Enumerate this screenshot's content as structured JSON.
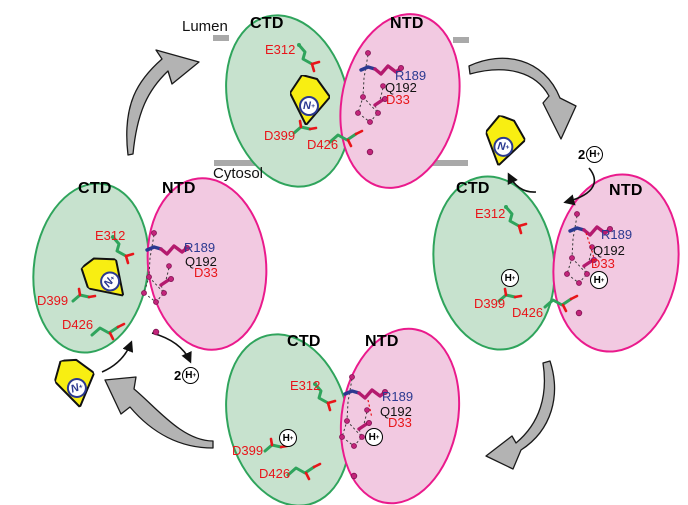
{
  "compartments": {
    "lumen": "Lumen",
    "cytosol": "Cytosol"
  },
  "domains": {
    "ctd": "CTD",
    "ntd": "NTD"
  },
  "residues": {
    "e312": "E312",
    "d399": "D399",
    "d426": "D426",
    "r189": "R189",
    "q192": "Q192",
    "d33": "D33"
  },
  "ions": {
    "sodium_symbol": "N",
    "sodium_charge": "+",
    "proton_symbol": "H",
    "proton_charge": "+",
    "two_protons_count": "2"
  },
  "colors": {
    "ctd_fill": "#c7e2ce",
    "ctd_stroke": "#2fa45c",
    "ntd_fill": "#f2c9e1",
    "ntd_stroke": "#ea1a8c",
    "sodium_pentagon_fill": "#f8ee12",
    "ion_text_blue": "#2b3990",
    "residue_red": "#e8151a",
    "residue_blue": "#2b3990",
    "cycle_arrow_fill": "#b3b3b3",
    "membrane_bar": "#a9a9a9",
    "sidechain_magenta": "#b41a6e",
    "sidechain_green": "#2fa45c"
  }
}
